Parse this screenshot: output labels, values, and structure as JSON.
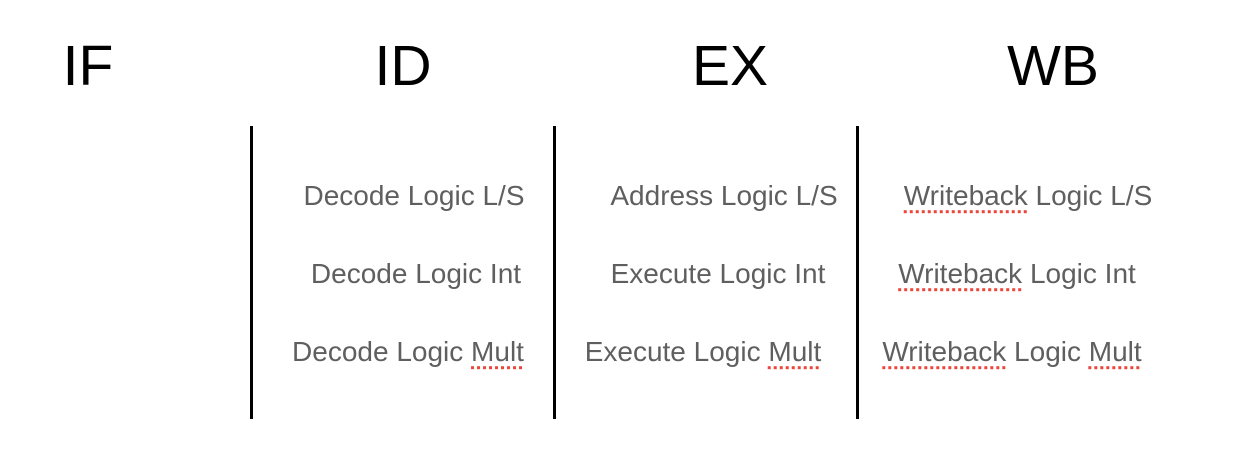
{
  "diagram": {
    "title": "processor-pipeline-stages",
    "stages": [
      {
        "header": "IF",
        "rows": []
      },
      {
        "header": "ID",
        "rows": [
          {
            "segments": [
              {
                "text": "Decode Logic L/S",
                "misspelled": false
              }
            ]
          },
          {
            "segments": [
              {
                "text": "Decode Logic Int",
                "misspelled": false
              }
            ]
          },
          {
            "segments": [
              {
                "text": "Decode Logic ",
                "misspelled": false
              },
              {
                "text": "Mult",
                "misspelled": true
              }
            ]
          }
        ]
      },
      {
        "header": "EX",
        "rows": [
          {
            "segments": [
              {
                "text": "Address Logic L/S",
                "misspelled": false
              }
            ]
          },
          {
            "segments": [
              {
                "text": "Execute Logic Int",
                "misspelled": false
              }
            ]
          },
          {
            "segments": [
              {
                "text": "Execute Logic ",
                "misspelled": false
              },
              {
                "text": "Mult",
                "misspelled": true
              }
            ]
          }
        ]
      },
      {
        "header": "WB",
        "rows": [
          {
            "segments": [
              {
                "text": "Writeback",
                "misspelled": true
              },
              {
                "text": " Logic L/S",
                "misspelled": false
              }
            ]
          },
          {
            "segments": [
              {
                "text": "Writeback",
                "misspelled": true
              },
              {
                "text": " Logic Int",
                "misspelled": false
              }
            ]
          },
          {
            "segments": [
              {
                "text": "Writeback",
                "misspelled": true
              },
              {
                "text": " Logic ",
                "misspelled": false
              },
              {
                "text": "Mult",
                "misspelled": true
              }
            ]
          }
        ]
      }
    ],
    "colors": {
      "background": "#ffffff",
      "header_text": "#000000",
      "divider": "#000000",
      "label_text": "#5f5f5f",
      "spellcheck_underline": "#eb4639"
    }
  }
}
